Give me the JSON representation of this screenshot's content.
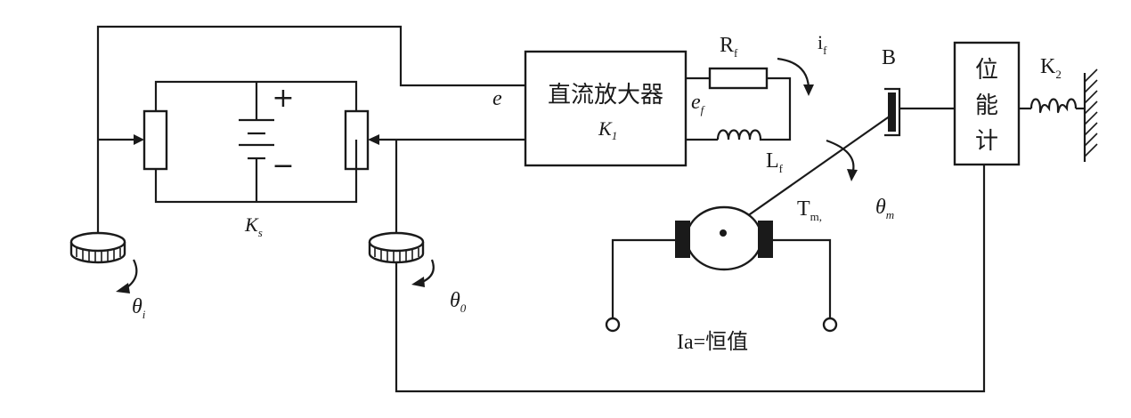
{
  "labels": {
    "amplifier_name": "直流放大器",
    "amplifier_gain_main": "K",
    "amplifier_gain_sub": "1",
    "input_e": "e",
    "field_voltage_main": "e",
    "field_voltage_sub": "f",
    "resistor_main": "R",
    "resistor_sub": "f",
    "current_main": "i",
    "current_sub": "f",
    "inductor_main": "L",
    "inductor_sub": "f",
    "damper": "B",
    "potentiometer": [
      "位",
      "能",
      "计"
    ],
    "spring_main": "K",
    "spring_sub": "2",
    "torque_main": "T",
    "torque_sub": "m,",
    "torque_theta_main": "θ",
    "torque_theta_sub": "m",
    "bridge_gain_main": "K",
    "bridge_gain_sub": "s",
    "theta_i_main": "θ",
    "theta_i_sub": "i",
    "theta_o_main": "θ",
    "theta_o_sub": "0",
    "armature_current": "Ia=恒值",
    "battery_plus": "+",
    "battery_minus": "−"
  }
}
